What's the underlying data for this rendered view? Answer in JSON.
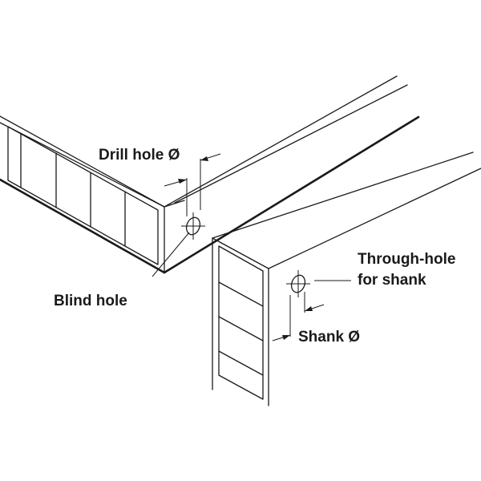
{
  "labels": {
    "drill_hole": "Drill hole Ø",
    "blind_hole": "Blind hole",
    "through_hole_line1": "Through-hole",
    "through_hole_line2": "for shank",
    "shank": "Shank Ø"
  },
  "colors": {
    "line": "#1a1a1a",
    "background": "#ffffff"
  }
}
